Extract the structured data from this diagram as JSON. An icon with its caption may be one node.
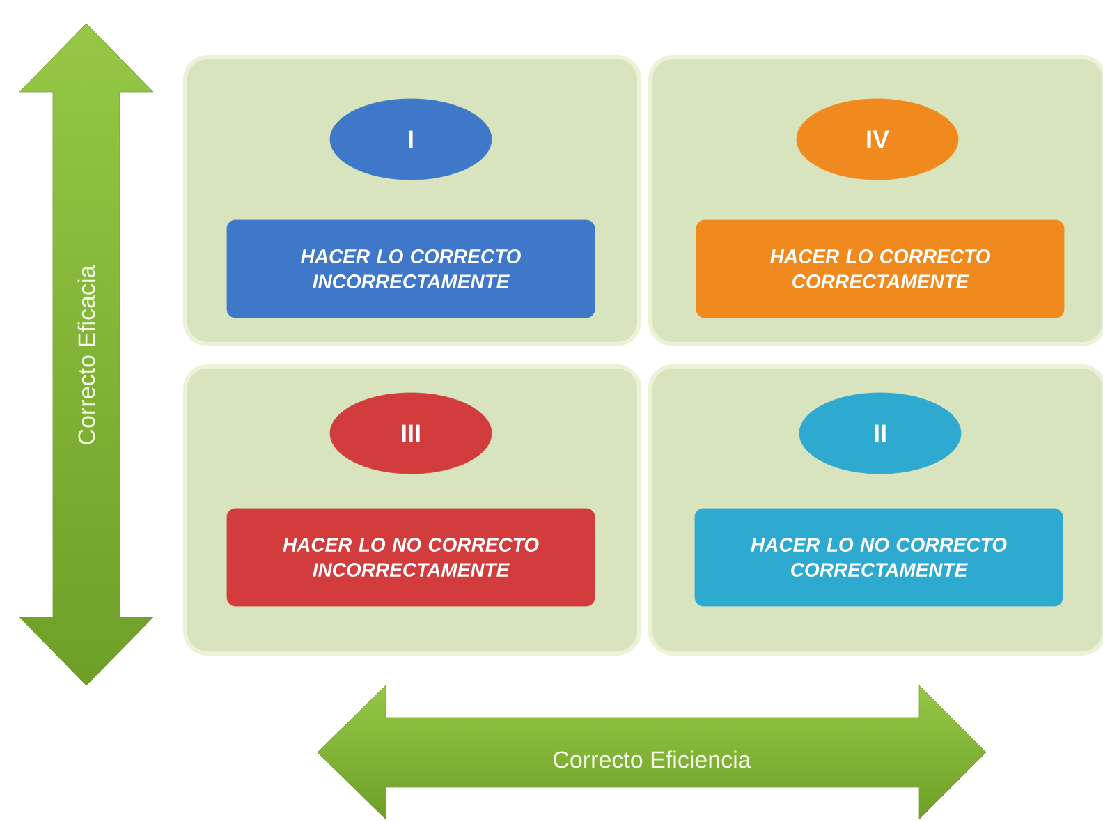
{
  "diagram": {
    "nodes": [
      {
        "text": [],
        "shape": "box"
      },
      {
        "text": [
          "I"
        ],
        "in": 0
      },
      {
        "text": [
          "HACER LO CORRECTO INCORRECTAMENTE"
        ],
        "in": 0
      },
      {
        "text": [],
        "shape": "box"
      },
      {
        "text": [
          "IV"
        ],
        "in": 3
      },
      {
        "text": [
          "HACER LO CORRECTO CORRECTAMENTE"
        ],
        "in": 3
      },
      {
        "text": [],
        "shape": "box"
      },
      {
        "text": [
          "III"
        ],
        "in": 6
      },
      {
        "text": [
          "HACER LO NO CORRECTO INCORRECTAMENTE"
        ],
        "in": 6
      },
      {
        "text": [],
        "shape": "box"
      },
      {
        "text": [
          "II"
        ],
        "in": 9
      },
      {
        "text": [
          "HACER LO NO CORRECTO CORRECTAMENTE"
        ],
        "in": 9
      }
    ],
    "labels": [
      "Correcto Eficacia",
      "Correcto Eficiencia"
    ]
  }
}
